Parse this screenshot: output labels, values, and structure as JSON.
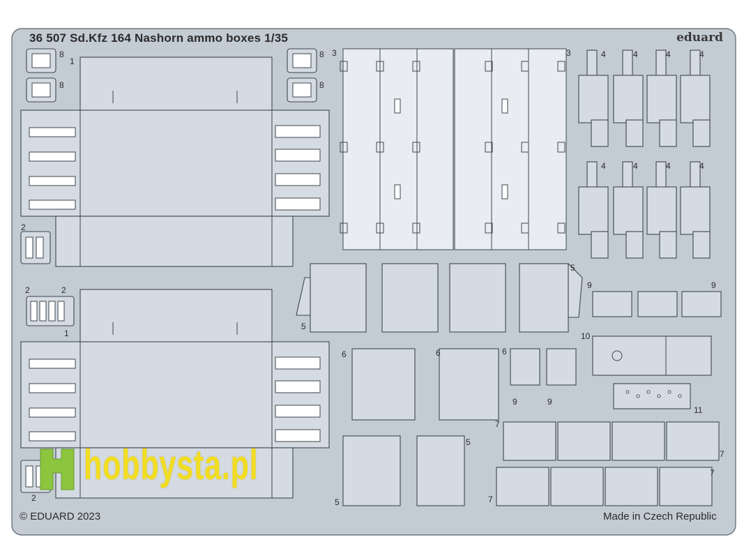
{
  "header": {
    "title": "36 507 Sd.Kfz 164 Nashorn ammo boxes 1/35",
    "brand": "eduard"
  },
  "footer": {
    "copyright": "© EDUARD 2023",
    "made_in": "Made in Czech Republic"
  },
  "watermark": {
    "text": "hobbysta.pl",
    "color": "#f2dd22",
    "logo_color": "#8cc63f"
  },
  "part_numbers": [
    "1",
    "2",
    "3",
    "4",
    "5",
    "6",
    "7",
    "8",
    "9",
    "10",
    "11"
  ],
  "colors": {
    "fret": "#c3cbd3",
    "part": "#d4dbe2",
    "outline": "#3e464e",
    "background": "#ffffff"
  }
}
